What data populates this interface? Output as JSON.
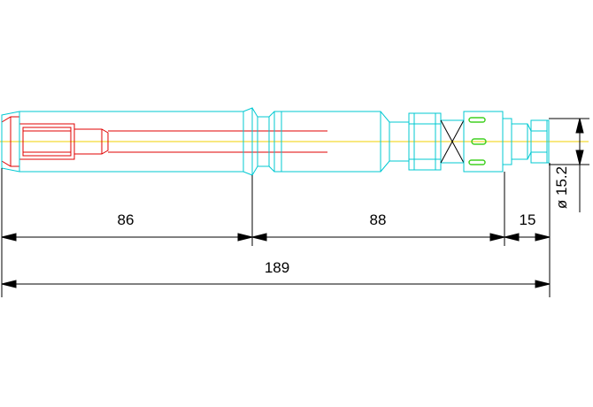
{
  "dimensions": {
    "seg1": "86",
    "seg2": "88",
    "seg3": "15",
    "total": "189",
    "diameter": "ø 15.2"
  },
  "colors": {
    "body_outline": "#00c8d2",
    "terminal": "#e00000",
    "centerline": "#f0d000",
    "vent_marks": "#40d020",
    "dimension_lines": "#000000",
    "background": "#ffffff"
  }
}
